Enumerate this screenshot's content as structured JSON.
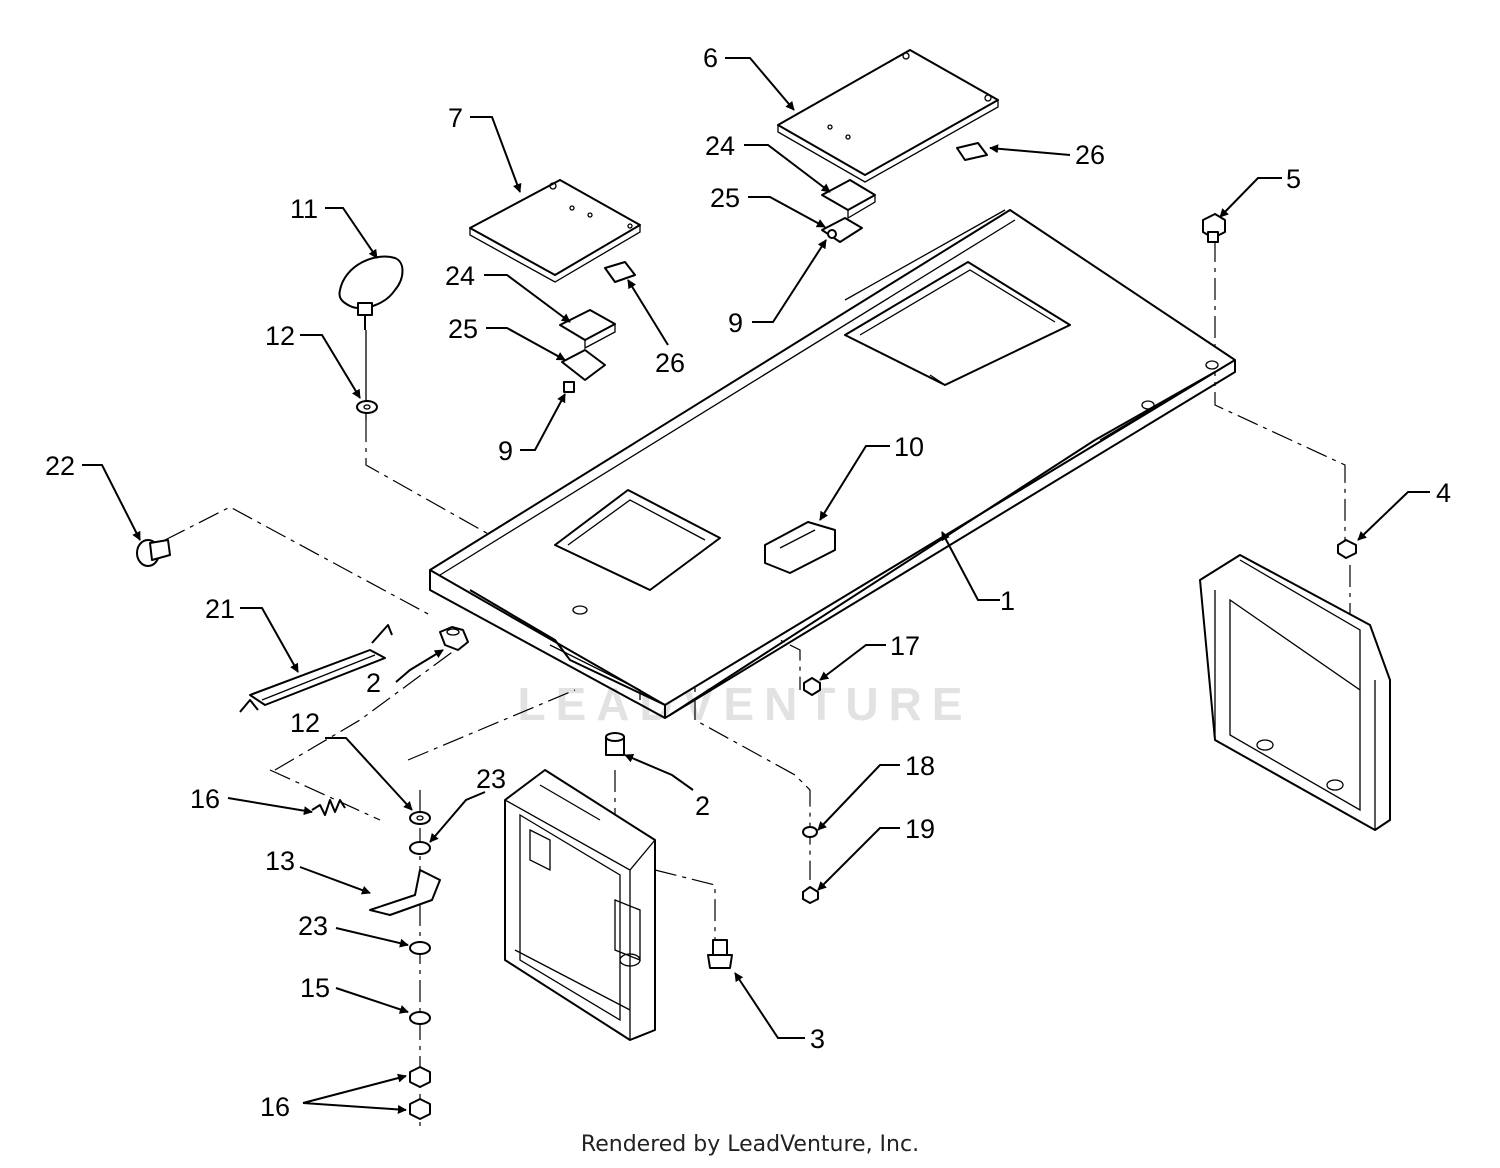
{
  "watermark": "LEADVENTURE",
  "footer": "Rendered by LeadVenture, Inc.",
  "callouts": {
    "c1": "1",
    "c2a": "2",
    "c2b": "2",
    "c3": "3",
    "c4": "4",
    "c5": "5",
    "c6": "6",
    "c7": "7",
    "c9a": "9",
    "c9b": "9",
    "c10": "10",
    "c11": "11",
    "c12a": "12",
    "c12b": "12",
    "c13": "13",
    "c15": "15",
    "c16a": "16",
    "c16b": "16",
    "c17": "17",
    "c18": "18",
    "c19": "19",
    "c21": "21",
    "c22": "22",
    "c23a": "23",
    "c23b": "23",
    "c24a": "24",
    "c24b": "24",
    "c25a": "25",
    "c25b": "25",
    "c26a": "26",
    "c26b": "26"
  }
}
